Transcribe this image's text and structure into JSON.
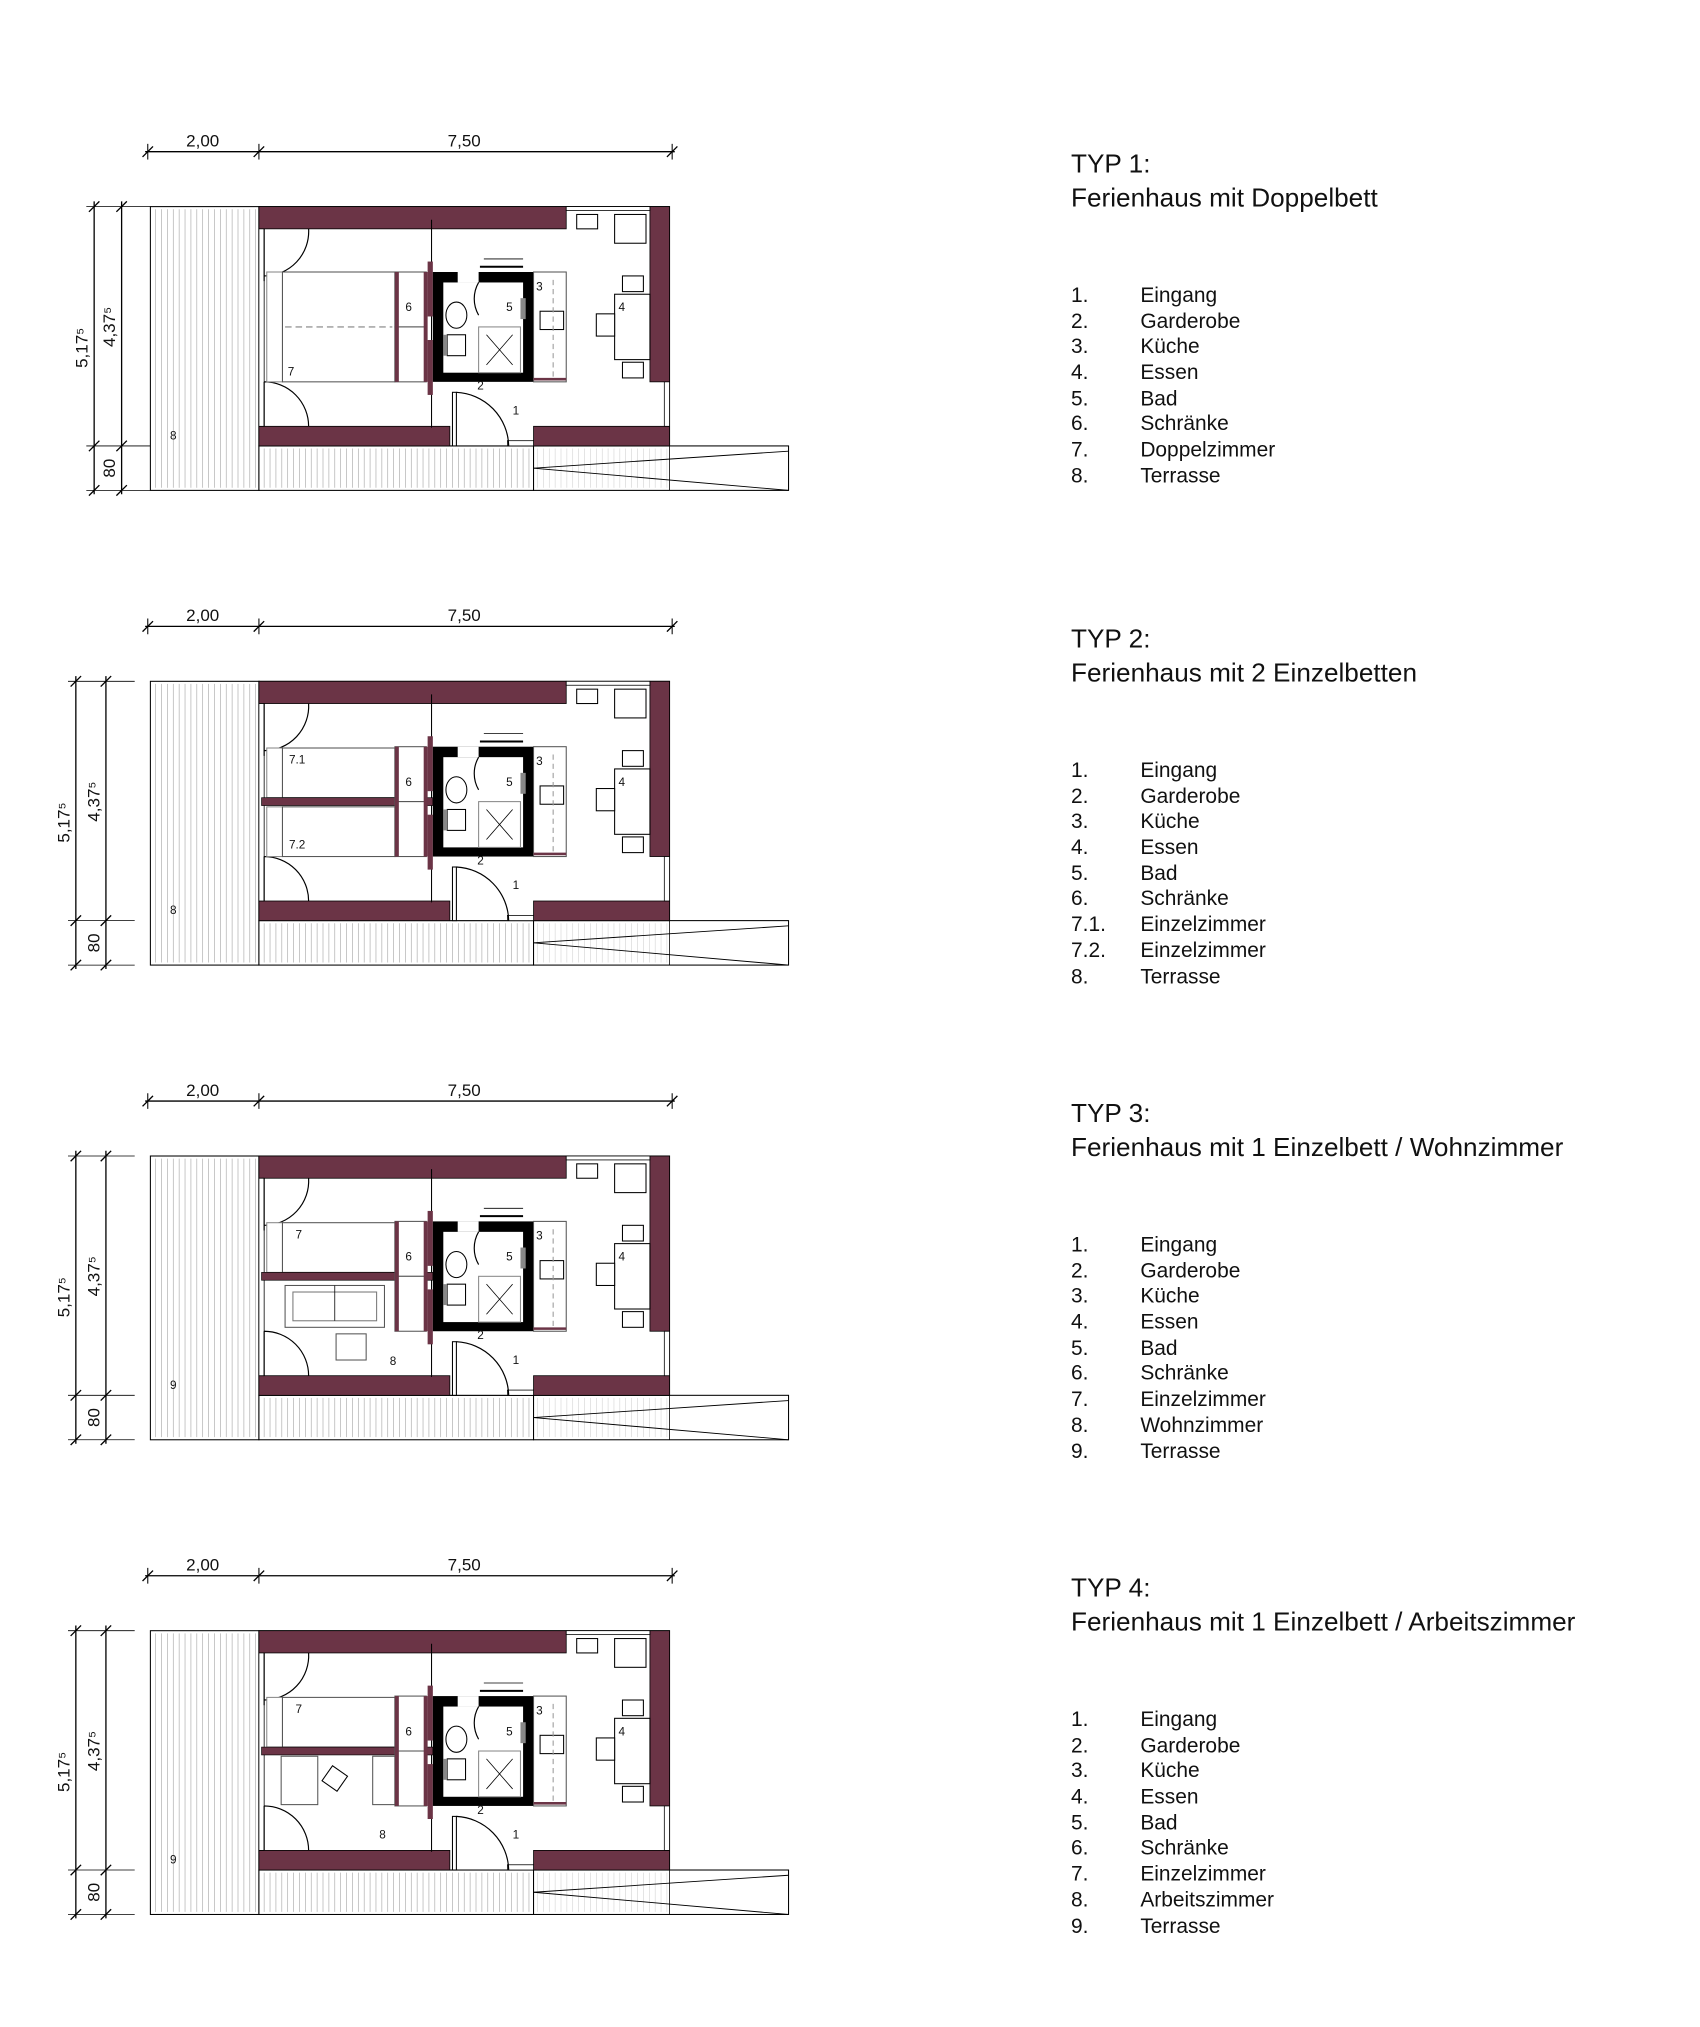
{
  "colors": {
    "wall": "#6b3446",
    "core": "#000000",
    "line": "#555555"
  },
  "plans": [
    {
      "type": "TYP 1:",
      "subtitle": "Ferienhaus mit Doppelbett",
      "dims": {
        "w1": "2,00",
        "w2": "7,50",
        "h1": "5,17⁵",
        "h2": "4,37⁵",
        "h3": "80"
      },
      "labels": {
        "l1": "1",
        "l2": "2",
        "l3": "3",
        "l4": "4",
        "l5": "5",
        "l6": "6",
        "a": "7",
        "terrace": "8"
      },
      "legend": [
        [
          "1.",
          "Eingang"
        ],
        [
          "2.",
          "Garderobe"
        ],
        [
          "3.",
          "Küche"
        ],
        [
          "4.",
          "Essen"
        ],
        [
          "5.",
          "Bad"
        ],
        [
          "6.",
          "Schränke"
        ],
        [
          "7.",
          "Doppelzimmer"
        ],
        [
          "8.",
          "Terrasse"
        ]
      ]
    },
    {
      "type": "TYP 2:",
      "subtitle": "Ferienhaus mit 2 Einzelbetten",
      "dims": {
        "w1": "2,00",
        "w2": "7,50",
        "h1": "5,17⁵",
        "h2": "4,37⁵",
        "h3": "80"
      },
      "labels": {
        "l1": "1",
        "l2": "2",
        "l3": "3",
        "l4": "4",
        "l5": "5",
        "l6": "6",
        "a": "7.1",
        "b": "7.2",
        "terrace": "8"
      },
      "legend": [
        [
          "1.",
          "Eingang"
        ],
        [
          "2.",
          "Garderobe"
        ],
        [
          "3.",
          "Küche"
        ],
        [
          "4.",
          "Essen"
        ],
        [
          "5.",
          "Bad"
        ],
        [
          "6.",
          "Schränke"
        ],
        [
          "7.1.",
          "Einzelzimmer"
        ],
        [
          "7.2.",
          "Einzelzimmer"
        ],
        [
          "8.",
          "Terrasse"
        ]
      ]
    },
    {
      "type": "TYP 3:",
      "subtitle": "Ferienhaus mit 1 Einzelbett / Wohnzimmer",
      "dims": {
        "w1": "2,00",
        "w2": "7,50",
        "h1": "5,17⁵",
        "h2": "4,37⁵",
        "h3": "80"
      },
      "labels": {
        "l1": "1",
        "l2": "2",
        "l3": "3",
        "l4": "4",
        "l5": "5",
        "l6": "6",
        "a": "7",
        "b": "8",
        "terrace": "9"
      },
      "legend": [
        [
          "1.",
          "Eingang"
        ],
        [
          "2.",
          "Garderobe"
        ],
        [
          "3.",
          "Küche"
        ],
        [
          "4.",
          "Essen"
        ],
        [
          "5.",
          "Bad"
        ],
        [
          "6.",
          "Schränke"
        ],
        [
          "7.",
          "Einzelzimmer"
        ],
        [
          "8.",
          "Wohnzimmer"
        ],
        [
          "9.",
          "Terrasse"
        ]
      ]
    },
    {
      "type": "TYP 4:",
      "subtitle": "Ferienhaus mit 1 Einzelbett / Arbeitszimmer",
      "dims": {
        "w1": "2,00",
        "w2": "7,50",
        "h1": "5,17⁵",
        "h2": "4,37⁵",
        "h3": "80"
      },
      "labels": {
        "l1": "1",
        "l2": "2",
        "l3": "3",
        "l4": "4",
        "l5": "5",
        "l6": "6",
        "a": "7",
        "b": "8",
        "terrace": "9"
      },
      "legend": [
        [
          "1.",
          "Eingang"
        ],
        [
          "2.",
          "Garderobe"
        ],
        [
          "3.",
          "Küche"
        ],
        [
          "4.",
          "Essen"
        ],
        [
          "5.",
          "Bad"
        ],
        [
          "6.",
          "Schränke"
        ],
        [
          "7.",
          "Einzelzimmer"
        ],
        [
          "8.",
          "Arbeitszimmer"
        ],
        [
          "9.",
          "Terrasse"
        ]
      ]
    }
  ]
}
